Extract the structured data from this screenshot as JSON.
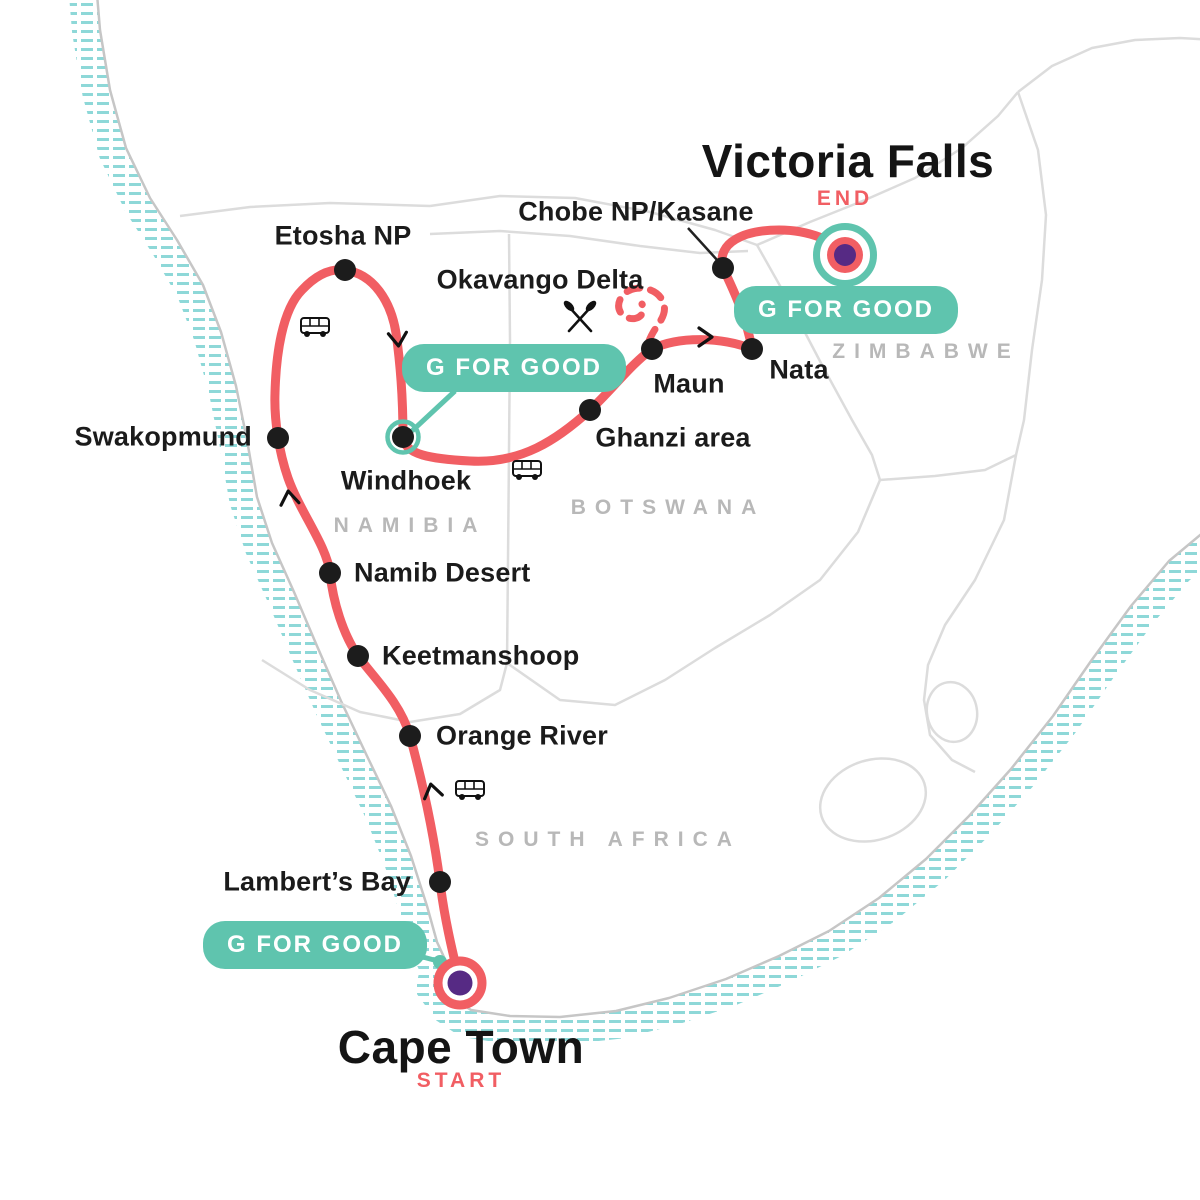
{
  "route": {
    "start": {
      "city": "Cape Town",
      "tag": "START"
    },
    "end": {
      "city": "Victoria Falls",
      "tag": "END"
    }
  },
  "stops": [
    {
      "label": "Lambert’s Bay"
    },
    {
      "label": "Orange River"
    },
    {
      "label": "Keetmanshoop"
    },
    {
      "label": "Namib Desert"
    },
    {
      "label": "Swakopmund"
    },
    {
      "label": "Windhoek"
    },
    {
      "label": "Etosha NP"
    },
    {
      "label": "Ghanzi area"
    },
    {
      "label": "Maun"
    },
    {
      "label": "Okavango Delta"
    },
    {
      "label": "Nata"
    },
    {
      "label": "Chobe NP/Kasane"
    }
  ],
  "countries": [
    {
      "label": "NAMIBIA"
    },
    {
      "label": "BOTSWANA"
    },
    {
      "label": "ZIMBABWE"
    },
    {
      "label": "SOUTH AFRICA"
    }
  ],
  "badges": {
    "g_for_good": "G FOR GOOD"
  },
  "icons": {
    "bus": "bus-icon",
    "paddles": "crossed-paddles-icon",
    "direction_arrow": "route-direction-chevron"
  },
  "colors": {
    "route_red": "#f15e63",
    "badge_teal": "#5fc4ae",
    "marker_purple": "#562a84",
    "ocean_hatch_teal": "#8ed8d8",
    "border_gray": "#dcdcdc",
    "country_label_gray": "#b8b8b8",
    "stop_dot_black": "#1c1c1c"
  }
}
